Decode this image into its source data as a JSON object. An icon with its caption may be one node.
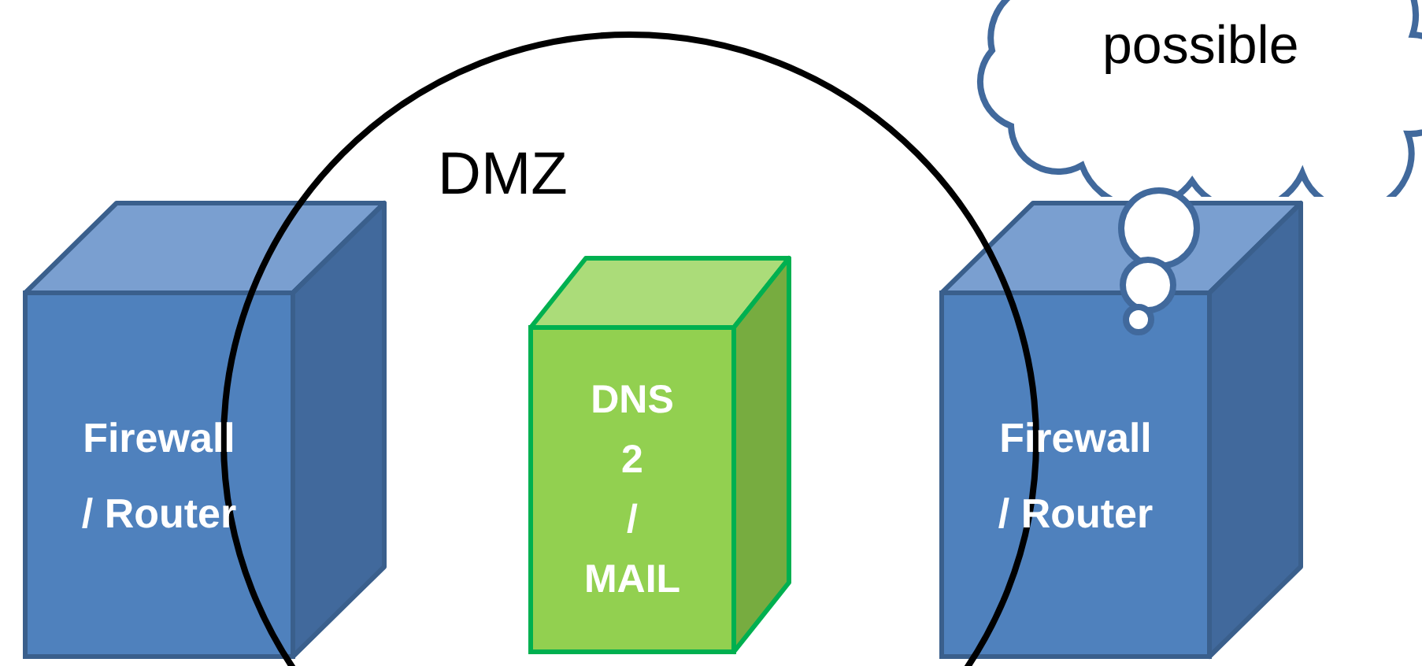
{
  "diagram": {
    "nodes": [
      {
        "text": [
          "DMZ"
        ]
      },
      {
        "text": [
          "Firewall / Router"
        ]
      },
      {
        "text": [
          "DNS 2 / MAIL"
        ],
        "in": 0
      },
      {
        "text": [
          "Firewall / Router"
        ]
      },
      {
        "text": [
          "possible"
        ]
      }
    ]
  }
}
